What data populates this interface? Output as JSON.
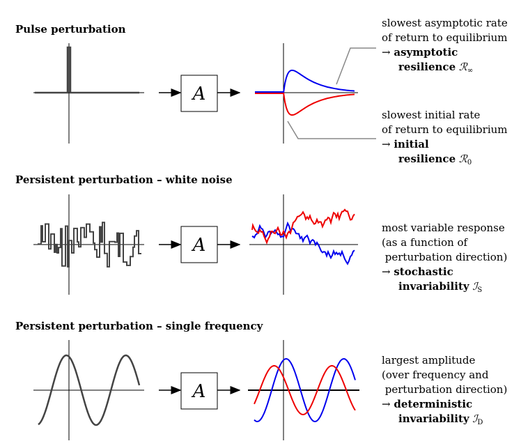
{
  "sections": [
    {
      "title": "Pulse perturbation",
      "box_symbol": "A"
    },
    {
      "title": "Persistent perturbation – white noise",
      "box_symbol": "A"
    },
    {
      "title": "Persistent perturbation – single frequency",
      "box_symbol": "A"
    }
  ],
  "annotations": {
    "asymptotic": {
      "line1": "slowest asymptotic rate",
      "line2": "of return to equilibrium",
      "arrow": "→",
      "bold1": "asymptotic",
      "bold2": "resilience",
      "symbol": "ℛ",
      "subscript": "∞"
    },
    "initial": {
      "line1": "slowest initial rate",
      "line2": "of return to equilibrium",
      "arrow": "→",
      "bold1": "initial",
      "bold2": "resilience",
      "symbol": "ℛ",
      "subscript": "0"
    },
    "stochastic": {
      "line1": "most variable response",
      "line2": "(as a function of",
      "line3": " perturbation direction)",
      "arrow": "→",
      "bold1": "stochastic",
      "bold2": "invariability",
      "symbol": "ℐ",
      "subscript": "S"
    },
    "deterministic": {
      "line1": "largest amplitude",
      "line2": "(over frequency and",
      "line3": " perturbation direction)",
      "arrow": "→",
      "bold1": "deterministic",
      "bold2": "invariability",
      "symbol": "ℐ",
      "subscript": "D"
    }
  },
  "colors": {
    "input": "#444444",
    "response_a": "#0000ee",
    "response_b": "#ee0000",
    "axis": "#000000",
    "leader": "#888888"
  }
}
